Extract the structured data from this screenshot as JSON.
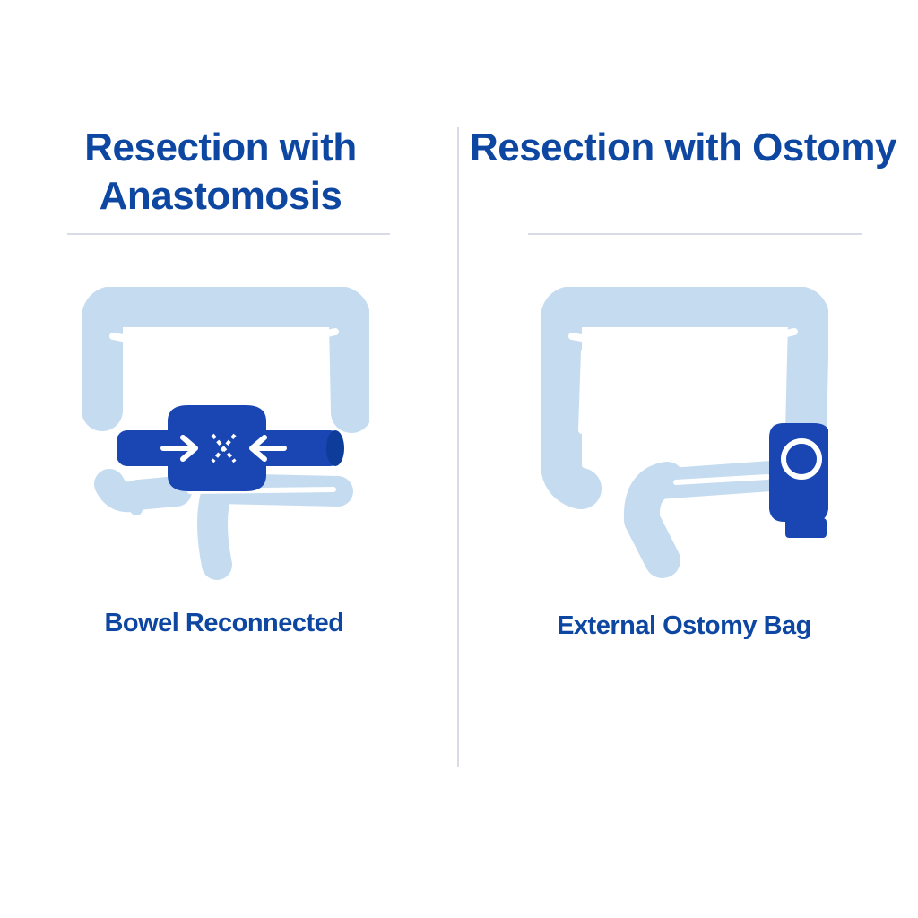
{
  "colors": {
    "primary_blue": "#0d47a1",
    "accent_blue": "#1946b3",
    "light_intestine": "#c5dcf0",
    "divider": "#d9dbe6",
    "background": "#ffffff"
  },
  "panels": [
    {
      "title": "Resection with Anastomosis",
      "caption": "Bowel Reconnected",
      "icon": "colon-anastomosis-icon"
    },
    {
      "title": "Resection with Ostomy",
      "caption": "External Ostomy Bag",
      "icon": "colon-ostomy-bag-icon"
    }
  ]
}
